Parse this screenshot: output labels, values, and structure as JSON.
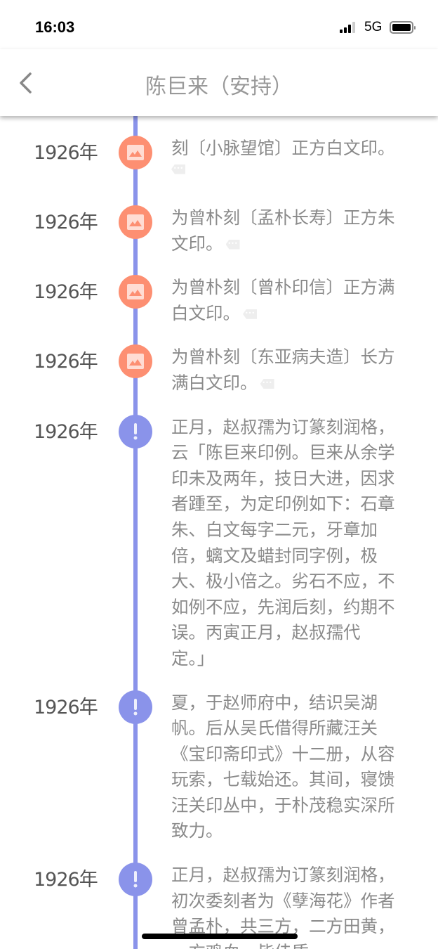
{
  "status_bar": {
    "time": "16:03",
    "network": "5G",
    "signal_bars": 3,
    "signal_max": 4,
    "battery_level": 0.85
  },
  "header": {
    "title": "陈巨来（安持）",
    "back_icon": "chevron-left-icon"
  },
  "colors": {
    "timeline_line": "#8a93ea",
    "image_dot": "#fd8f72",
    "note_dot": "#8a93ea"
  },
  "entries": [
    {
      "year": "1926年",
      "icon": "image-icon",
      "lines": [
        "刻〔小脉望馆〕正方白文印。"
      ],
      "comment_chip": true,
      "chip_own_line": true
    },
    {
      "year": "1926年",
      "icon": "image-icon",
      "lines": [
        "为曾朴刻〔孟朴长寿〕正方朱",
        "文印。"
      ],
      "comment_chip": true
    },
    {
      "year": "1926年",
      "icon": "image-icon",
      "lines": [
        "为曾朴刻〔曾朴印信〕正方满",
        "白文印。"
      ],
      "comment_chip": true
    },
    {
      "year": "1926年",
      "icon": "image-icon",
      "lines": [
        "为曾朴刻〔东亚病夫造〕长方",
        "满白文印。"
      ],
      "comment_chip": true
    },
    {
      "year": "1926年",
      "icon": "exclamation-icon",
      "lines": [
        "正月，赵叔孺为订篆刻润格，",
        "云「陈巨来印例。巨来从余学",
        "印未及两年，技日大进，因求",
        "者踵至，为定印例如下：石章",
        "朱、白文每字二元，牙章加",
        "倍，螭文及蜡封同字例，极",
        "大、极小倍之。劣石不应，不",
        "如例不应，先润后刻，约期不",
        "误。丙寅正月，赵叔孺代",
        "定。」"
      ]
    },
    {
      "year": "1926年",
      "icon": "exclamation-icon",
      "lines": [
        "夏，于赵师府中，结识吴湖",
        "帆。后从吴氏借得所藏汪关",
        "《宝印斋印式》十二册，从容",
        "玩索，七载始还。其间，寝馈",
        "汪关印丛中，于朴茂稳实深所",
        "致力。"
      ]
    },
    {
      "year": "1926年",
      "icon": "exclamation-icon",
      "lines": [
        "正月，赵叔孺为订篆刻润格，",
        "初次委刻者为《孽海花》作者",
        "曾孟朴，共三方，二方田黄，",
        "一方鸡血，皆佳质"
      ]
    }
  ]
}
